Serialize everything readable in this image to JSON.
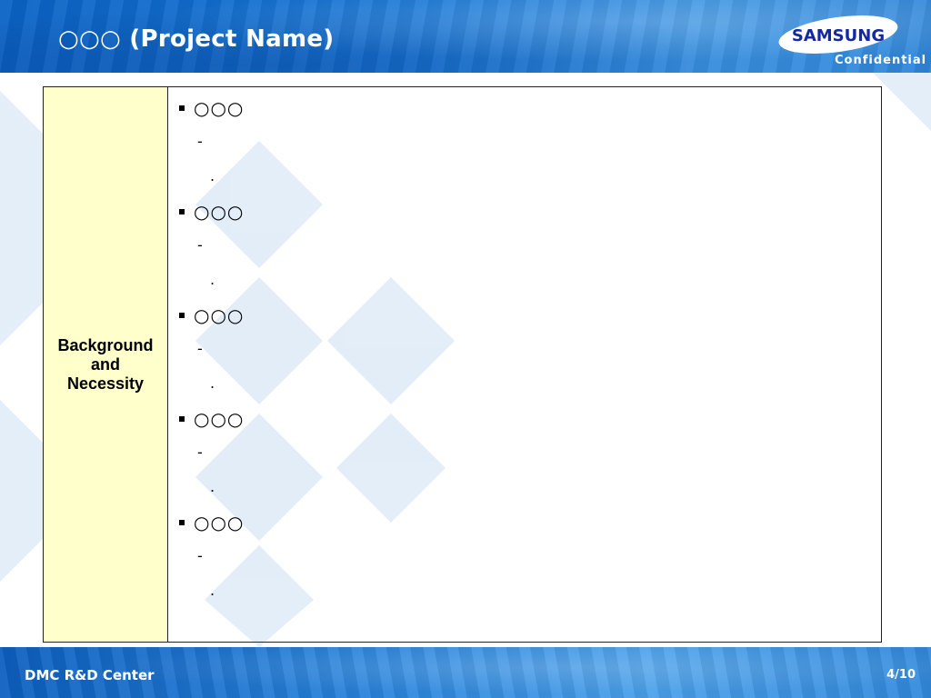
{
  "header": {
    "title": "○○○ (Project Name)",
    "logo_text": "SAMSUNG",
    "confidential": "Confidential"
  },
  "table": {
    "label": "Background\nand\nNecessity",
    "label_bg": "#ffffcc",
    "items": [
      {
        "bullet": "○○○",
        "dash": "-",
        "dot": "."
      },
      {
        "bullet": "○○○",
        "dash": "-",
        "dot": "."
      },
      {
        "bullet": "○○○",
        "dash": "-",
        "dot": "."
      },
      {
        "bullet": "○○○",
        "dash": "-",
        "dot": "."
      },
      {
        "bullet": "○○○",
        "dash": "-",
        "dot": "."
      }
    ]
  },
  "footer": {
    "left": "DMC R&D Center",
    "page": "4/10"
  },
  "colors": {
    "brand_blue": "#1877d6",
    "logo_blue": "#1428a0"
  },
  "icons": [
    "samsung-logo-icon",
    "square-bullet-icon"
  ]
}
